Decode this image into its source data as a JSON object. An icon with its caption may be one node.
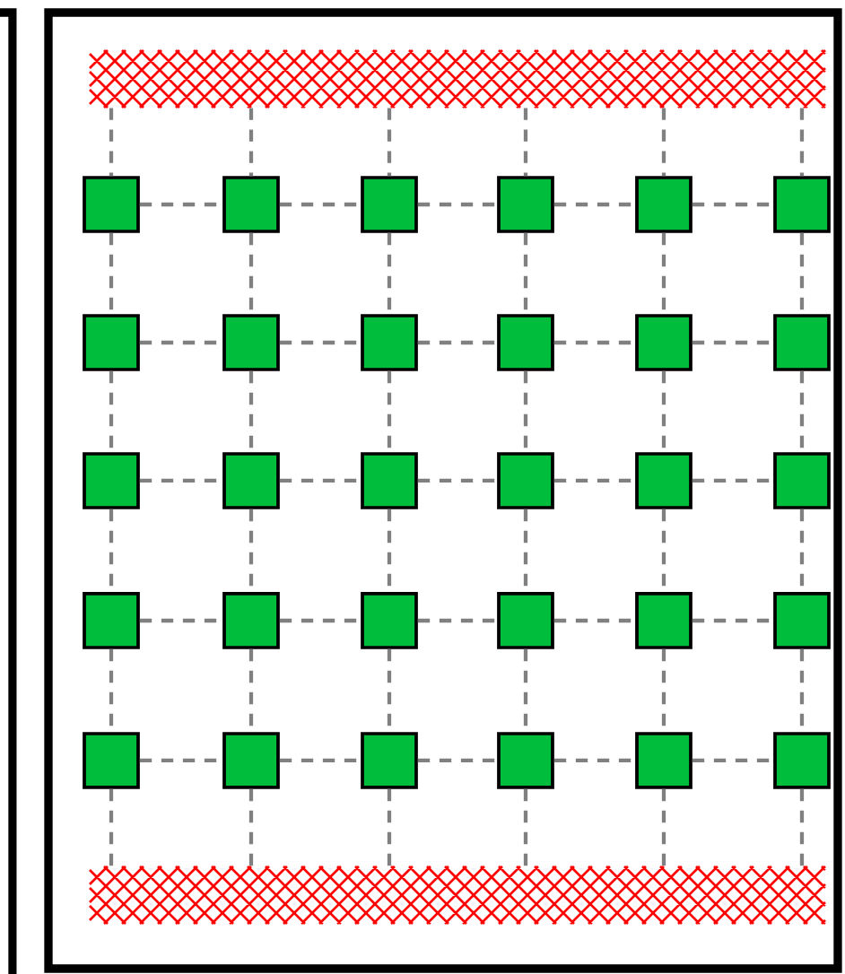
{
  "diagram": {
    "nodes": [
      {
        "text": [],
        "shape": "bar"
      },
      {
        "text": [],
        "shape": "box"
      },
      {
        "text": [],
        "shape": "box"
      },
      {
        "text": [],
        "shape": "box"
      },
      {
        "text": [],
        "shape": "box"
      },
      {
        "text": [],
        "shape": "box"
      },
      {
        "text": [],
        "shape": "box"
      },
      {
        "text": [],
        "shape": "box"
      },
      {
        "text": [],
        "shape": "box"
      },
      {
        "text": [],
        "shape": "box"
      },
      {
        "text": [],
        "shape": "box"
      },
      {
        "text": [],
        "shape": "box"
      },
      {
        "text": [],
        "shape": "box"
      },
      {
        "text": [],
        "shape": "box"
      },
      {
        "text": [],
        "shape": "box"
      },
      {
        "text": [],
        "shape": "box"
      },
      {
        "text": [],
        "shape": "box"
      },
      {
        "text": [],
        "shape": "box"
      },
      {
        "text": [],
        "shape": "box"
      },
      {
        "text": [],
        "shape": "box"
      },
      {
        "text": [],
        "shape": "box"
      },
      {
        "text": [],
        "shape": "box"
      },
      {
        "text": [],
        "shape": "box"
      },
      {
        "text": [],
        "shape": "box"
      },
      {
        "text": [],
        "shape": "box"
      },
      {
        "text": [],
        "shape": "box"
      },
      {
        "text": [],
        "shape": "box"
      },
      {
        "text": [],
        "shape": "box"
      },
      {
        "text": [],
        "shape": "box"
      },
      {
        "text": [],
        "shape": "box"
      },
      {
        "text": [],
        "shape": "box"
      },
      {
        "text": [],
        "shape": "bar"
      }
    ],
    "edges": [
      {
        "from": 0,
        "to": 1,
        "arrow": "none",
        "style": "dashed"
      },
      {
        "from": 0,
        "to": 2,
        "arrow": "none",
        "style": "dashed"
      },
      {
        "from": 0,
        "to": 3,
        "arrow": "none",
        "style": "dashed"
      },
      {
        "from": 0,
        "to": 4,
        "arrow": "none",
        "style": "dashed"
      },
      {
        "from": 0,
        "to": 5,
        "arrow": "none",
        "style": "dashed"
      },
      {
        "from": 0,
        "to": 6,
        "arrow": "none",
        "style": "dashed"
      },
      {
        "from": 1,
        "to": 2,
        "arrow": "none",
        "style": "dashed"
      },
      {
        "from": 2,
        "to": 3,
        "arrow": "none",
        "style": "dashed"
      },
      {
        "from": 3,
        "to": 4,
        "arrow": "none",
        "style": "dashed"
      },
      {
        "from": 4,
        "to": 5,
        "arrow": "none",
        "style": "dashed"
      },
      {
        "from": 5,
        "to": 6,
        "arrow": "none",
        "style": "dashed"
      },
      {
        "from": 7,
        "to": 8,
        "arrow": "none",
        "style": "dashed"
      },
      {
        "from": 8,
        "to": 9,
        "arrow": "none",
        "style": "dashed"
      },
      {
        "from": 9,
        "to": 10,
        "arrow": "none",
        "style": "dashed"
      },
      {
        "from": 10,
        "to": 11,
        "arrow": "none",
        "style": "dashed"
      },
      {
        "from": 11,
        "to": 12,
        "arrow": "none",
        "style": "dashed"
      },
      {
        "from": 13,
        "to": 14,
        "arrow": "none",
        "style": "dashed"
      },
      {
        "from": 14,
        "to": 15,
        "arrow": "none",
        "style": "dashed"
      },
      {
        "from": 15,
        "to": 16,
        "arrow": "none",
        "style": "dashed"
      },
      {
        "from": 16,
        "to": 17,
        "arrow": "none",
        "style": "dashed"
      },
      {
        "from": 17,
        "to": 18,
        "arrow": "none",
        "style": "dashed"
      },
      {
        "from": 19,
        "to": 20,
        "arrow": "none",
        "style": "dashed"
      },
      {
        "from": 20,
        "to": 21,
        "arrow": "none",
        "style": "dashed"
      },
      {
        "from": 21,
        "to": 22,
        "arrow": "none",
        "style": "dashed"
      },
      {
        "from": 22,
        "to": 23,
        "arrow": "none",
        "style": "dashed"
      },
      {
        "from": 23,
        "to": 24,
        "arrow": "none",
        "style": "dashed"
      },
      {
        "from": 25,
        "to": 26,
        "arrow": "none",
        "style": "dashed"
      },
      {
        "from": 26,
        "to": 27,
        "arrow": "none",
        "style": "dashed"
      },
      {
        "from": 27,
        "to": 28,
        "arrow": "none",
        "style": "dashed"
      },
      {
        "from": 28,
        "to": 29,
        "arrow": "none",
        "style": "dashed"
      },
      {
        "from": 29,
        "to": 30,
        "arrow": "none",
        "style": "dashed"
      },
      {
        "from": 1,
        "to": 7,
        "arrow": "none",
        "style": "dashed"
      },
      {
        "from": 2,
        "to": 8,
        "arrow": "none",
        "style": "dashed"
      },
      {
        "from": 3,
        "to": 9,
        "arrow": "none",
        "style": "dashed"
      },
      {
        "from": 4,
        "to": 10,
        "arrow": "none",
        "style": "dashed"
      },
      {
        "from": 5,
        "to": 11,
        "arrow": "none",
        "style": "dashed"
      },
      {
        "from": 6,
        "to": 12,
        "arrow": "none",
        "style": "dashed"
      },
      {
        "from": 7,
        "to": 13,
        "arrow": "none",
        "style": "dashed"
      },
      {
        "from": 8,
        "to": 14,
        "arrow": "none",
        "style": "dashed"
      },
      {
        "from": 9,
        "to": 15,
        "arrow": "none",
        "style": "dashed"
      },
      {
        "from": 10,
        "to": 16,
        "arrow": "none",
        "style": "dashed"
      },
      {
        "from": 11,
        "to": 17,
        "arrow": "none",
        "style": "dashed"
      },
      {
        "from": 12,
        "to": 18,
        "arrow": "none",
        "style": "dashed"
      },
      {
        "from": 13,
        "to": 19,
        "arrow": "none",
        "style": "dashed"
      },
      {
        "from": 14,
        "to": 20,
        "arrow": "none",
        "style": "dashed"
      },
      {
        "from": 15,
        "to": 21,
        "arrow": "none",
        "style": "dashed"
      },
      {
        "from": 16,
        "to": 22,
        "arrow": "none",
        "style": "dashed"
      },
      {
        "from": 17,
        "to": 23,
        "arrow": "none",
        "style": "dashed"
      },
      {
        "from": 18,
        "to": 24,
        "arrow": "none",
        "style": "dashed"
      },
      {
        "from": 19,
        "to": 25,
        "arrow": "none",
        "style": "dashed"
      },
      {
        "from": 20,
        "to": 26,
        "arrow": "none",
        "style": "dashed"
      },
      {
        "from": 21,
        "to": 27,
        "arrow": "none",
        "style": "dashed"
      },
      {
        "from": 22,
        "to": 28,
        "arrow": "none",
        "style": "dashed"
      },
      {
        "from": 23,
        "to": 29,
        "arrow": "none",
        "style": "dashed"
      },
      {
        "from": 24,
        "to": 30,
        "arrow": "none",
        "style": "dashed"
      },
      {
        "from": 25,
        "to": 31,
        "arrow": "none",
        "style": "dashed"
      },
      {
        "from": 26,
        "to": 31,
        "arrow": "none",
        "style": "dashed"
      },
      {
        "from": 27,
        "to": 31,
        "arrow": "none",
        "style": "dashed"
      },
      {
        "from": 28,
        "to": 31,
        "arrow": "none",
        "style": "dashed"
      },
      {
        "from": 29,
        "to": 31,
        "arrow": "none",
        "style": "dashed"
      },
      {
        "from": 30,
        "to": 31,
        "arrow": "none",
        "style": "dashed"
      }
    ]
  }
}
